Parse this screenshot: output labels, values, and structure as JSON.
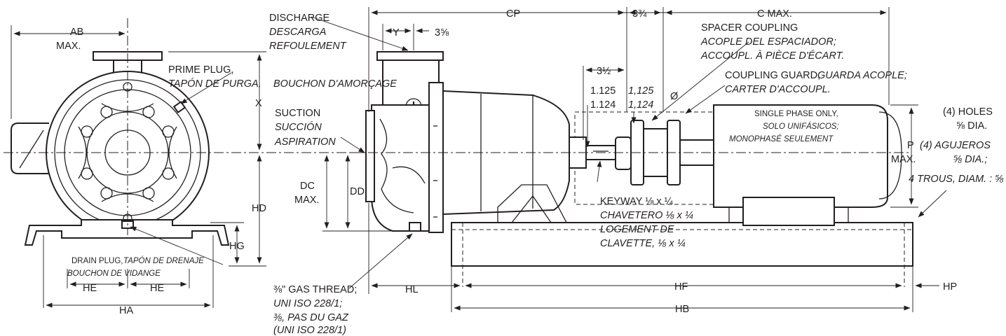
{
  "dimensions": {
    "ab": "AB",
    "ab_max": "MAX.",
    "x": "X",
    "hd": "HD",
    "hg": "HG",
    "he_left": "HE",
    "he_right": "HE",
    "ha": "HA",
    "y": "Y",
    "three_five_eighths": "3⅝",
    "cp": "CP",
    "three_three_quarters": "3¾",
    "c_max": "C MAX.",
    "three_half": "3½",
    "dc": "DC",
    "dc_max": "MAX.",
    "dd": "DD",
    "hl": "HL",
    "hf": "HF",
    "hb": "HB",
    "hp": "HP",
    "p": "P",
    "p_max": "MAX."
  },
  "labels": {
    "discharge_en": "DISCHARGE",
    "discharge_es": "DESCARGA",
    "discharge_fr": "REFOULEMENT",
    "prime_plug_en": "PRIME PLUG,",
    "prime_plug_es": "TAPÓN DE PURGA,",
    "prime_plug_fr": "BOUCHON D'AMORÇAGE",
    "suction_en": "SUCTION",
    "suction_es": "SUCCIÓN",
    "suction_fr": "ASPIRATION",
    "spacer_en": "SPACER COUPLING",
    "spacer_es": "ACOPLE DEL ESPACIADOR;",
    "spacer_fr": "ACCOUPL. À PIÈCE D'ÉCART.",
    "guard_en": "COUPLING GUARD,",
    "guard_es": "GUARDA ACOPLE;",
    "guard_fr": "CARTER D'ACCOUPL.",
    "shaft_1a": "1.125",
    "shaft_1b": "1,125",
    "shaft_dia": "Ø",
    "shaft_2a": "1.124",
    "shaft_2b": "1,124",
    "single_phase_1": "SINGLE PHASE ONLY,",
    "single_phase_2": "SOLO UNIFÁSICOS;",
    "single_phase_3": "MONOPHASÉ SEULEMENT",
    "holes_1": "(4) HOLES",
    "holes_2": "⅝ DIA.",
    "holes_3": "(4) AGUJEROS",
    "holes_4": "⅝ DIA.;",
    "holes_5": "4 TROUS, DIAM. : ⅝",
    "keyway_en": "KEYWAY ⅛ x ¼",
    "keyway_es": "CHAVETERO ⅛ x ¼",
    "keyway_fr_1": "LOGEMENT DE",
    "keyway_fr_2": "CLAVETTE, ⅛ x ¼",
    "drain_en": "DRAIN PLUG,",
    "drain_es": "TAPÓN DE DRENAJE",
    "drain_fr": "BOUCHON DE VIDANGE",
    "gas_1": "⅜\" GAS THREAD;",
    "gas_2": "UNI ISO 228/1;",
    "gas_3": "⅜, PAS DU GAZ",
    "gas_4": "(UNI ISO 228/1)"
  }
}
